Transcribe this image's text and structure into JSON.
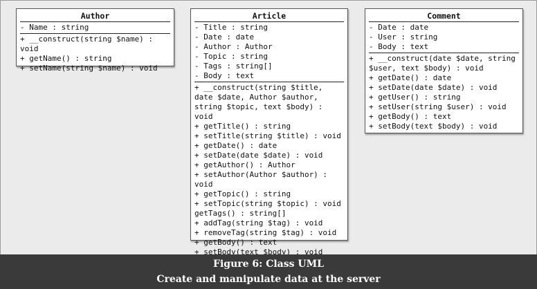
{
  "classes": {
    "author": {
      "name": "Author",
      "attributes": [
        "- Name : string"
      ],
      "methods": [
        "+ __construct(string $name) : void",
        "+ getName() : string",
        "+ setName(string $name) : void"
      ]
    },
    "article": {
      "name": "Article",
      "attributes": [
        "- Title : string",
        "- Date : date",
        "- Author : Author",
        "- Topic : string",
        "- Tags : string[]",
        "- Body : text"
      ],
      "methods": [
        "+ __construct(string $title, date $date, Author $author, string $topic, text $body) : void",
        "+ getTitle() : string",
        "+ setTitle(string $title) : void",
        "+ getDate() : date",
        "+ setDate(date $date) : void",
        "+ getAuthor() : Author",
        "+ setAuthor(Author $author) : void",
        "+ getTopic() : string",
        "+ setTopic(string $topic) : void getTags() : string[]",
        "+ addTag(string $tag) : void",
        "+ removeTag(string $tag) : void",
        "+ getBody() : text",
        "+ setBody(text $body) : void"
      ]
    },
    "comment": {
      "name": "Comment",
      "attributes": [
        "- Date : date",
        "- User : string",
        "- Body : text"
      ],
      "methods": [
        "+ __construct(date $date, string $user, text $body) : void",
        "+ getDate() : date",
        "+ setDate(date $date) : void",
        "+ getUser() : string",
        "+ setUser(string $user) : void",
        "+ getBody() : text",
        "+ setBody(text $body) : void"
      ]
    }
  },
  "caption": {
    "title": "Figure 6: Class UML",
    "subtitle": "Create and manipulate data at the server"
  }
}
